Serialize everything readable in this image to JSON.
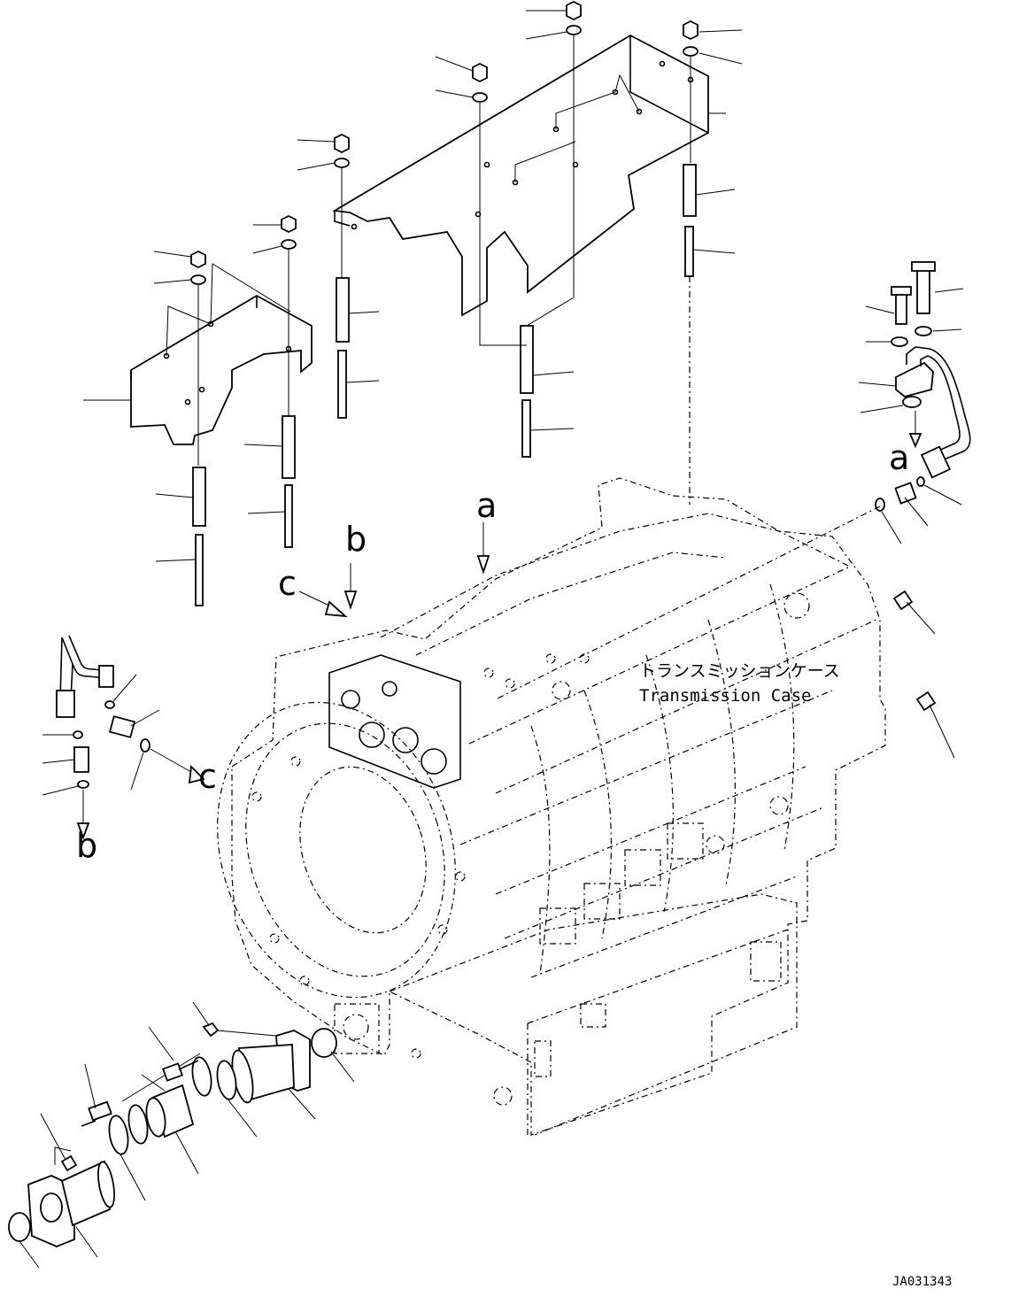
{
  "diagram": {
    "case_label_jp": "トランスミッションケース",
    "case_label_en": "Transmission Case",
    "drawing_code": "JA031343",
    "refs": {
      "a": "a",
      "b": "b",
      "c": "c"
    }
  }
}
